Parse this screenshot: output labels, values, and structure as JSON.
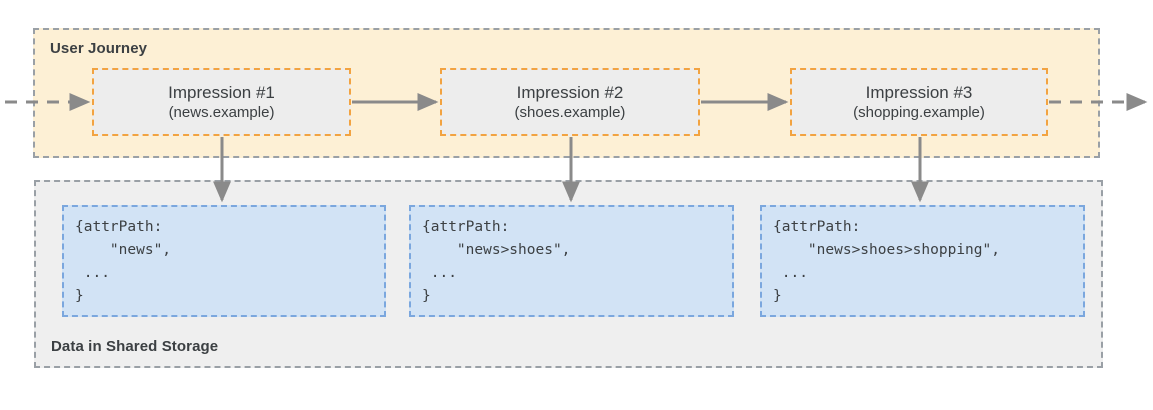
{
  "diagram": {
    "title": "Shared Storage user journey and attribution path diagram",
    "colors": {
      "journey_panel_fill": "#FDF0D5",
      "journey_panel_border": "#9AA0A6",
      "impression_fill": "#EDEDED",
      "impression_border": "#F2A341",
      "storage_panel_fill": "#EFEFEF",
      "storage_panel_border": "#9AA0A6",
      "code_fill": "#D2E3F5",
      "code_border": "#7BA7DE",
      "arrow": "#8A8A8A",
      "text": "#3C4043"
    }
  },
  "journey": {
    "label": "User Journey",
    "impressions": [
      {
        "title": "Impression #1",
        "domain": "(news.example)"
      },
      {
        "title": "Impression #2",
        "domain": "(shoes.example)"
      },
      {
        "title": "Impression #3",
        "domain": "(shopping.example)"
      }
    ]
  },
  "storage": {
    "label": "Data in Shared Storage",
    "records": [
      {
        "code": "{attrPath:\n    \"news\",\n ...\n}"
      },
      {
        "code": "{attrPath:\n    \"news>shoes\",\n ...\n}"
      },
      {
        "code": "{attrPath:\n    \"news>shoes>shopping\",\n ...\n}"
      }
    ]
  },
  "flow": {
    "inbound_arrow": "dashed-arrow-in",
    "outbound_arrow": "dashed-arrow-out",
    "between_arrows": [
      "arrow-1-to-2",
      "arrow-2-to-3"
    ],
    "drop_arrows": [
      "arrow-impression-1-to-record-1",
      "arrow-impression-2-to-record-2",
      "arrow-impression-3-to-record-3"
    ]
  }
}
